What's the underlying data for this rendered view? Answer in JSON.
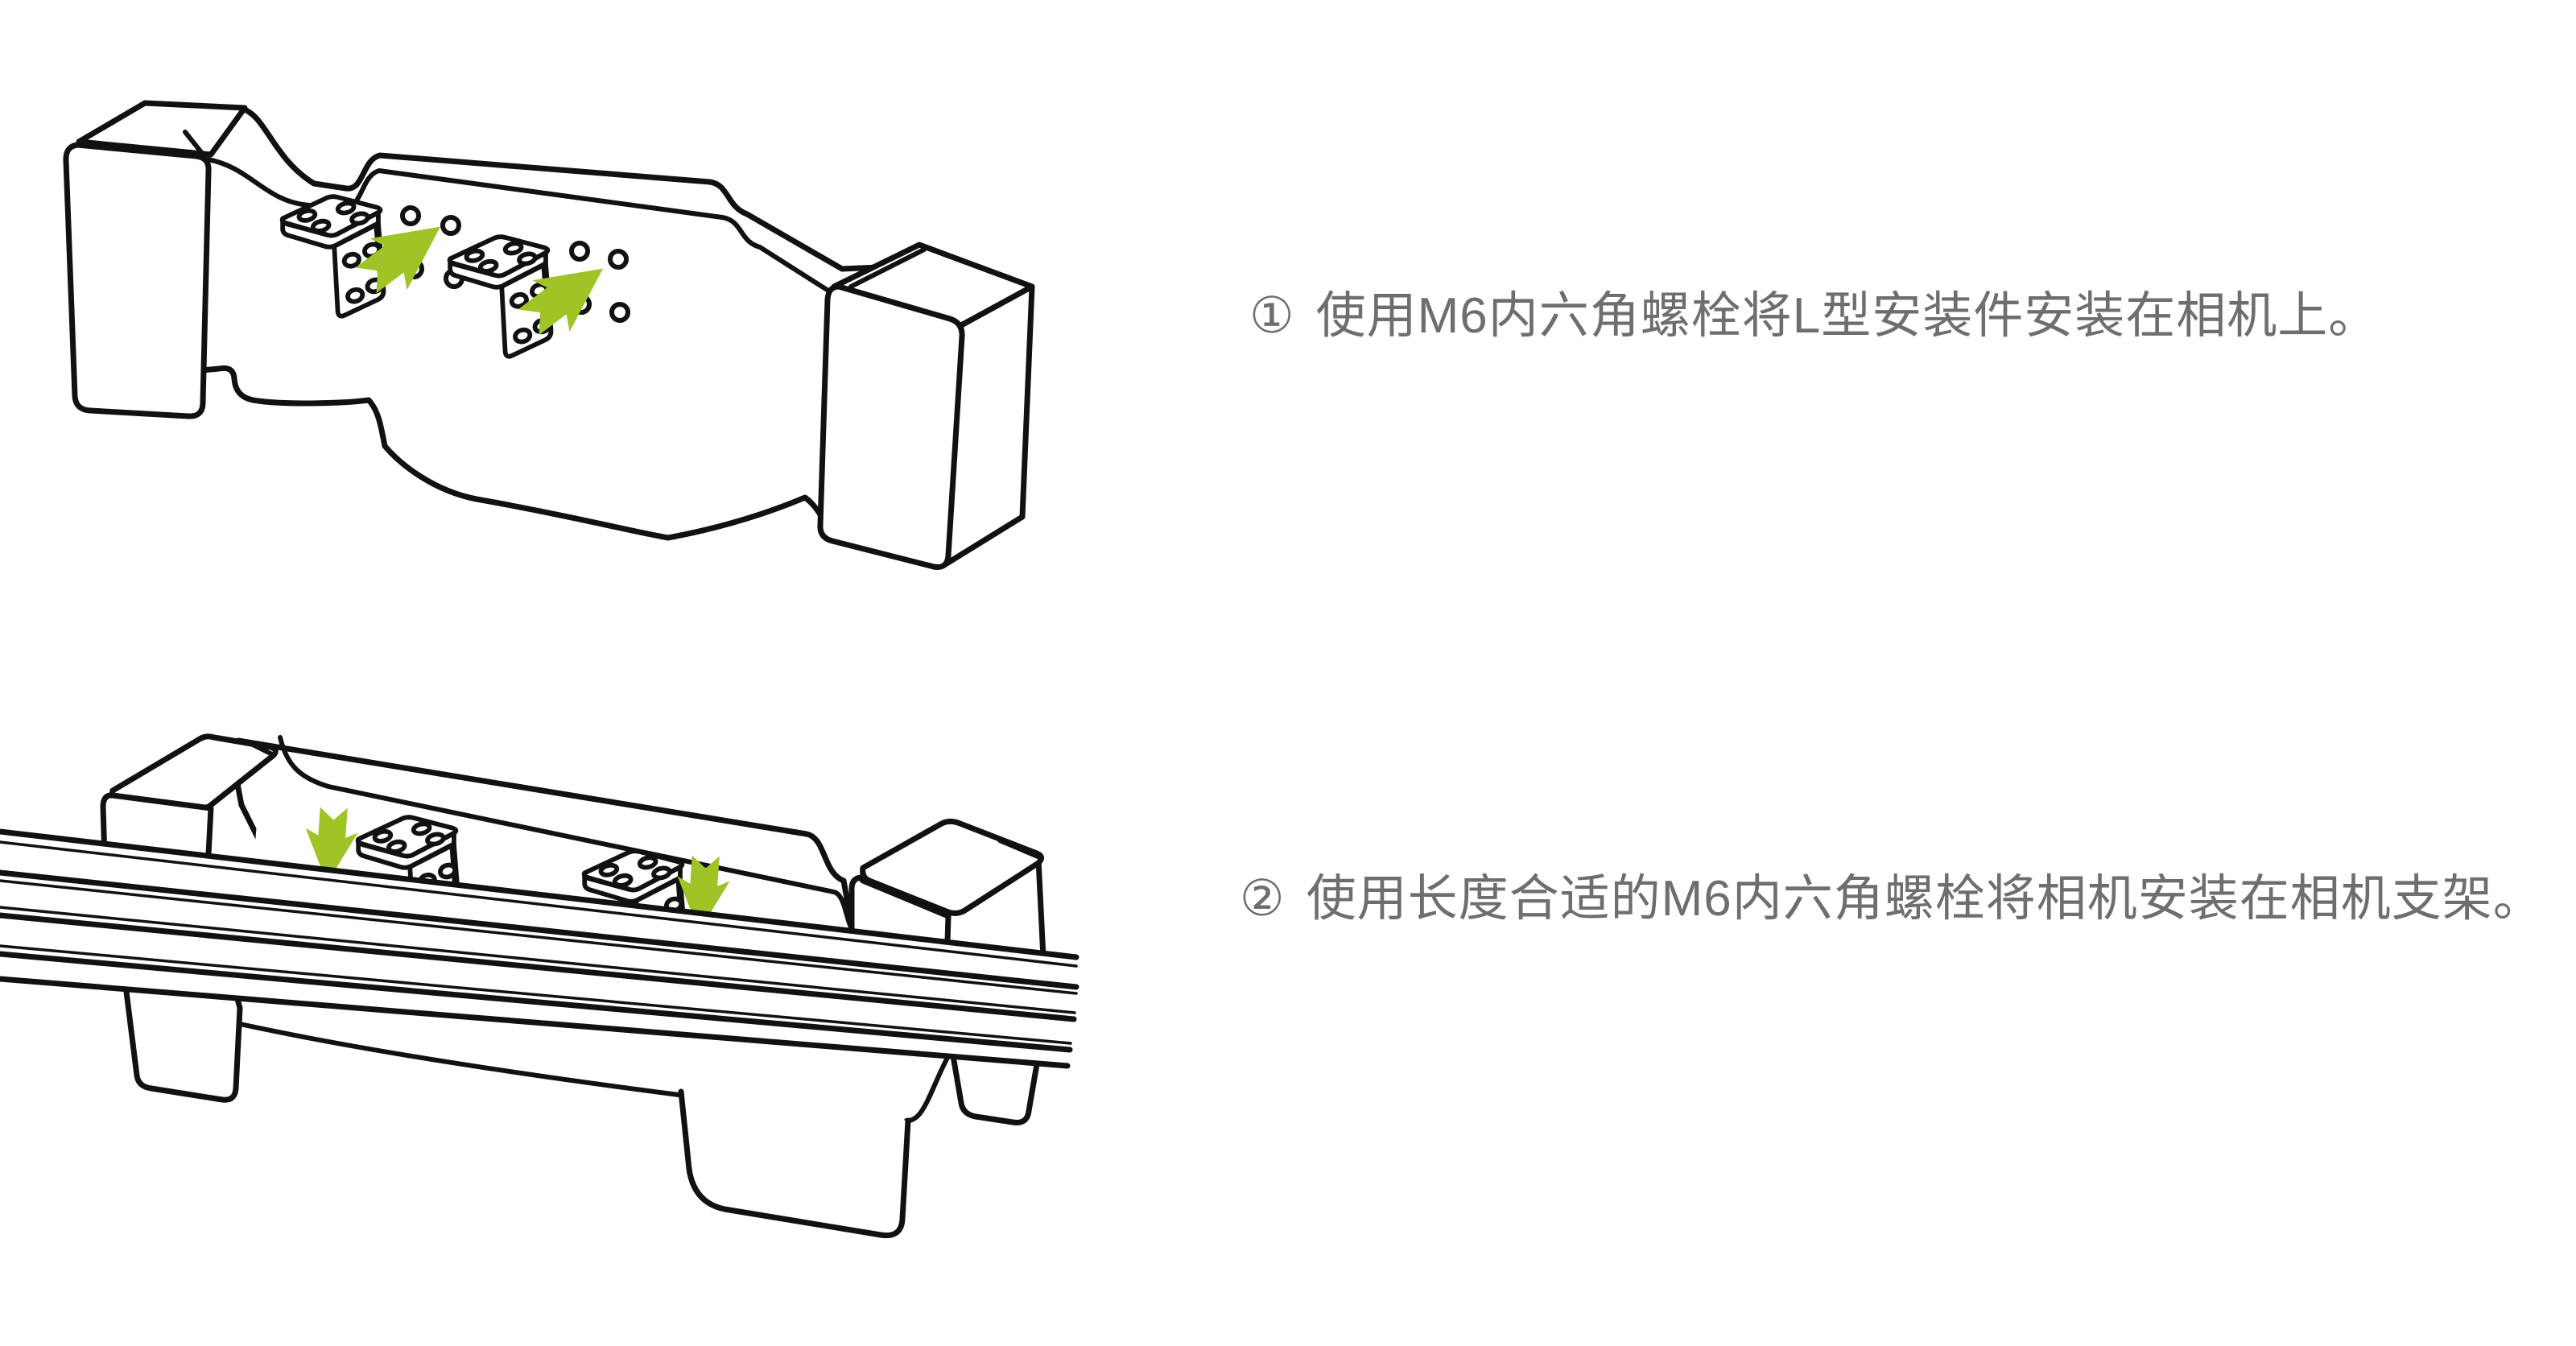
{
  "colors": {
    "accent_green": "#9ec425",
    "line_black": "#111111",
    "text_gray": "#6e6e6e",
    "background": "#ffffff"
  },
  "steps": [
    {
      "number": "①",
      "text": "使用M6内六角螺栓将L型安装件安装在相机上。"
    },
    {
      "number": "②",
      "text": "使用长度合适的M6内六角螺栓将相机安装在相机支架。"
    }
  ],
  "illustrations": {
    "step1": "stereo-camera-with-l-brackets",
    "step2": "camera-mounted-on-bracket-rail"
  }
}
